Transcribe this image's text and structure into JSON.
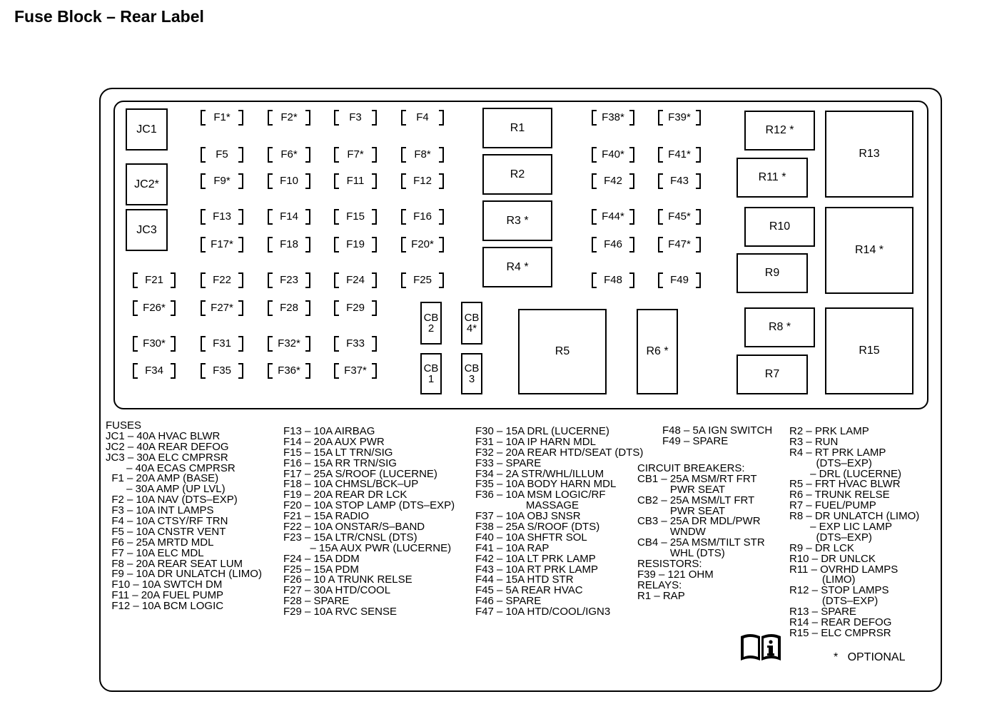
{
  "title": "Fuse Block – Rear Label",
  "jc": [
    "JC1",
    "JC2*",
    "JC3"
  ],
  "fuses": {
    "F1": "F1*",
    "F2": "F2*",
    "F3": "F3",
    "F4": "F4",
    "F5": "F5",
    "F6": "F6*",
    "F7": "F7*",
    "F8": "F8*",
    "F9": "F9*",
    "F10": "F10",
    "F11": "F11",
    "F12": "F12",
    "F13": "F13",
    "F14": "F14",
    "F15": "F15",
    "F16": "F16",
    "F17": "F17*",
    "F18": "F18",
    "F19": "F19",
    "F20": "F20*",
    "F21": "F21",
    "F22": "F22",
    "F23": "F23",
    "F24": "F24",
    "F25": "F25",
    "F26": "F26*",
    "F27": "F27*",
    "F28": "F28",
    "F29": "F29",
    "F30": "F30*",
    "F31": "F31",
    "F32": "F32*",
    "F33": "F33",
    "F34": "F34",
    "F35": "F35",
    "F36": "F36*",
    "F37": "F37*",
    "F38": "F38*",
    "F39": "F39*",
    "F40": "F40*",
    "F41": "F41*",
    "F42": "F42",
    "F43": "F43",
    "F44": "F44*",
    "F45": "F45*",
    "F46": "F46",
    "F47": "F47*",
    "F48": "F48",
    "F49": "F49"
  },
  "relays": {
    "R1": "R1",
    "R2": "R2",
    "R3": "R3 *",
    "R4": "R4 *",
    "R5": "R5",
    "R6": "R6 *",
    "R7": "R7",
    "R8": "R8 *",
    "R9": "R9",
    "R10": "R10",
    "R11": "R11 *",
    "R12": "R12 *",
    "R13": "R13",
    "R14": "R14 *",
    "R15": "R15"
  },
  "breakers": {
    "CB1": "CB\n1",
    "CB2": "CB\n2",
    "CB3": "CB\n3",
    "CB4": "CB\n4*"
  },
  "legend": {
    "col1": [
      "FUSES",
      "JC1 – 40A HVAC BLWR",
      "JC2 – 40A REAR DEFOG",
      "JC3 – 30A ELC CMPRSR",
      "       – 40A ECAS CMPRSR",
      "  F1 – 20A AMP (BASE)",
      "       – 30A AMP (UP LVL)",
      "  F2 – 10A NAV (DTS–EXP)",
      "  F3 – 10A INT LAMPS",
      "  F4 – 10A CTSY/RF TRN",
      "  F5 – 10A CNSTR VENT",
      "  F6 – 25A MRTD MDL",
      "  F7 – 10A ELC MDL",
      "  F8 – 20A REAR SEAT LUM",
      "  F9 – 10A DR UNLATCH (LIMO)",
      "  F10 – 10A SWTCH DM",
      "  F11 – 20A FUEL PUMP",
      "  F12 – 10A BCM LOGIC"
    ],
    "col2": [
      "F13 – 10A AIRBAG",
      "F14 – 20A AUX PWR",
      "F15 – 15A LT TRN/SIG",
      "F16 – 15A RR TRN/SIG",
      "F17 – 25A S/ROOF (LUCERNE)",
      "F18 – 10A CHMSL/BCK–UP",
      "F19 – 20A REAR DR LCK",
      "F20 – 10A STOP LAMP (DTS–EXP)",
      "F21 – 15A RADIO",
      "F22 – 10A ONSTAR/S–BAND",
      "F23 – 15A LTR/CNSL (DTS)",
      "         – 15A AUX PWR (LUCERNE)",
      "F24 – 15A DDM",
      "F25 – 15A PDM",
      "F26 – 10 A TRUNK RELSE",
      "F27 – 30A HTD/COOL",
      "F28 – SPARE",
      "F29 – 10A RVC SENSE"
    ],
    "col3": [
      "F30 – 15A DRL (LUCERNE)",
      "F31 – 10A IP HARN MDL",
      "F32 – 20A REAR HTD/SEAT (DTS)",
      "F33 – SPARE",
      "F34 – 2A STR/WHL/ILLUM",
      "F35 – 10A BODY HARN MDL",
      "F36 – 10A MSM LOGIC/RF",
      "                 MASSAGE",
      "F37 – 10A OBJ SNSR",
      "F38 – 25A S/ROOF (DTS)",
      "F40 – 10A SHFTR SOL",
      "F41 – 10A RAP",
      "F42 – 10A LT PRK LAMP",
      "F43 – 10A RT PRK LAMP",
      "F44 – 15A HTD STR",
      "F45 – 5A REAR HVAC",
      "F46 – SPARE",
      "F47 – 10A HTD/COOL/IGN3"
    ],
    "col4a": [
      "F48 – 5A IGN SWITCH",
      "F49 – SPARE"
    ],
    "col4b": [
      "CIRCUIT BREAKERS:",
      "CB1 – 25A MSM/RT FRT",
      "           PWR SEAT",
      "CB2 – 25A MSM/LT FRT",
      "           PWR SEAT",
      "CB3 – 25A DR MDL/PWR",
      "           WNDW",
      "CB4 – 25A MSM/TILT STR",
      "           WHL (DTS)",
      "RESISTORS:",
      "F39 – 121 OHM",
      "RELAYS:",
      "R1 – RAP"
    ],
    "col5": [
      "R2 – PRK LAMP",
      "R3 – RUN",
      "R4 – RT PRK LAMP",
      "         (DTS–EXP)",
      "       – DRL (LUCERNE)",
      "R5 – FRT HVAC BLWR",
      "R6 – TRUNK RELSE",
      "R7 – FUEL/PUMP",
      "R8 – DR UNLATCH (LIMO)",
      "       – EXP LIC LAMP",
      "         (DTS–EXP)",
      "R9 – DR LCK",
      "R10 – DR UNLCK",
      "R11 – OVRHD LAMPS",
      "           (LIMO)",
      "R12 – STOP LAMPS",
      "           (DTS–EXP)",
      "R13 – SPARE",
      "R14 – REAR DEFOG",
      "R15 – ELC CMPRSR"
    ]
  },
  "optional_note": "*   OPTIONAL",
  "manual_icon": "owner-manual-book-info-icon"
}
